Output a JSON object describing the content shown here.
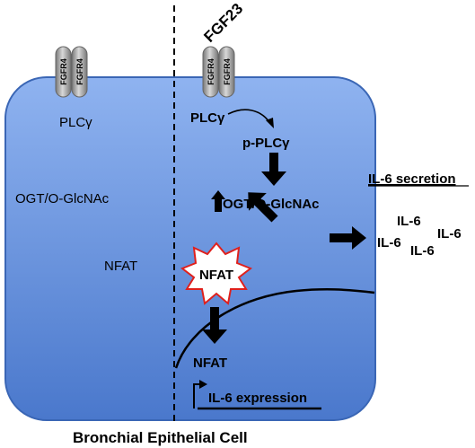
{
  "diagram": {
    "title": "Bronchial Epithelial Cell",
    "ligand": "FGF23",
    "receptor_label": "FGFR4",
    "left": {
      "plc": "PLCγ",
      "ogt": "OGT/O-GlcNAc",
      "nfat": "NFAT"
    },
    "right": {
      "plc": "PLCγ",
      "p_plc": "p-PLCγ",
      "ogt": "OGT/O-GlcNAc",
      "nfat_active": "NFAT",
      "nfat_nuclear": "NFAT",
      "il6_expression": "IL-6 expression"
    },
    "secretion": {
      "heading": "IL-6 secretion",
      "cytokine": "IL-6"
    }
  },
  "colors": {
    "cell_top": "#8fb3f0",
    "cell_bottom": "#4a78cc",
    "cell_border": "#3a66b5",
    "receptor": "#9a9a9a",
    "nfat_star_border": "#e0201c",
    "arrow": "#000000"
  }
}
